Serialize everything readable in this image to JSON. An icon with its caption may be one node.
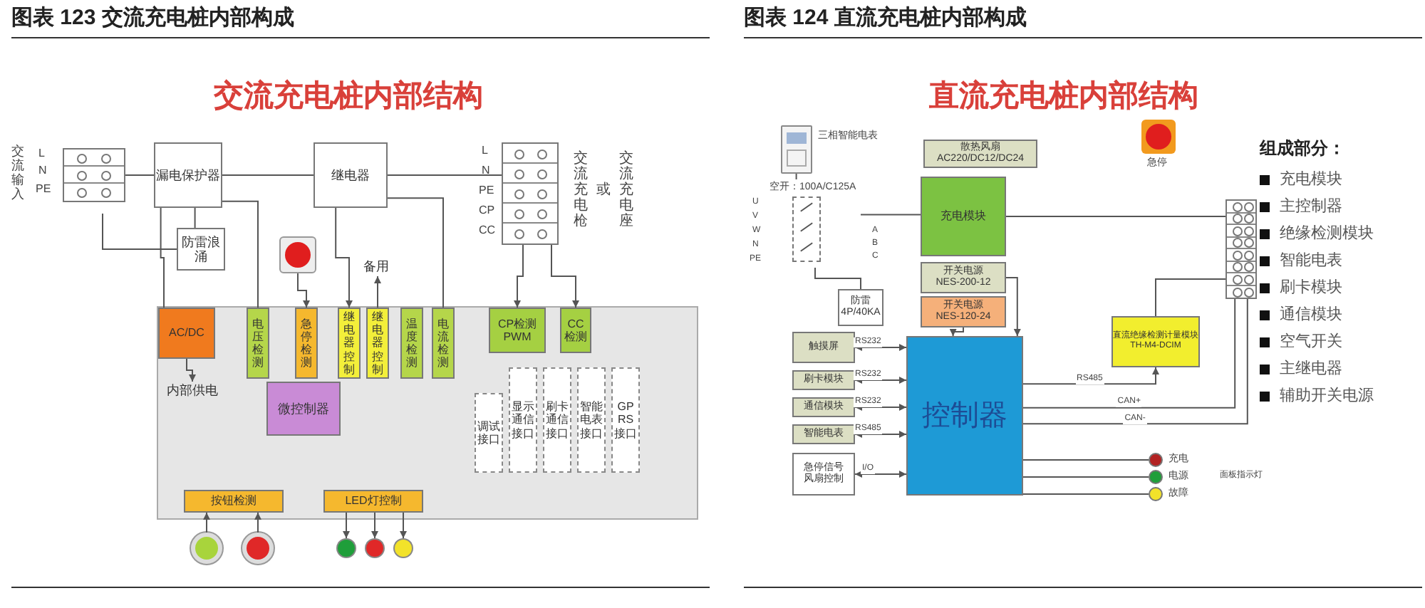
{
  "diagram": {
    "nodes": [
      {
        "text": [
          "交流输入"
        ]
      },
      {
        "text": [
          "漏电保护器"
        ]
      },
      {
        "text": [
          "防雷浪涌"
        ]
      },
      {
        "text": [
          "继电器"
        ]
      },
      {
        "text": [
          "交流充电枪",
          "或",
          "交流充电座"
        ]
      },
      {
        "text": [],
        "shape": "button"
      },
      {
        "text": [
          "备用"
        ]
      },
      {
        "text": [],
        "shape": "box"
      },
      {
        "text": [
          "AC/DC"
        ],
        "in": 7
      },
      {
        "text": [
          "电压检测"
        ],
        "in": 7
      },
      {
        "text": [
          "急停检测"
        ],
        "in": 7
      },
      {
        "text": [
          "继电器控制"
        ],
        "in": 7
      },
      {
        "text": [
          "继电器控制"
        ],
        "in": 7
      },
      {
        "text": [
          "温度检测"
        ],
        "in": 7
      },
      {
        "text": [
          "电流检测"
        ],
        "in": 7
      },
      {
        "text": [
          "CP检测 PWM"
        ],
        "in": 7
      },
      {
        "text": [
          "CC检测"
        ],
        "in": 7
      },
      {
        "text": [
          "调试接口"
        ],
        "in": 7
      },
      {
        "text": [
          "显示通信接口"
        ],
        "in": 7
      },
      {
        "text": [
          "刷卡通信接口"
        ],
        "in": 7
      },
      {
        "text": [
          "智能电表接口"
        ],
        "in": 7
      },
      {
        "text": [
          "GPRS接口"
        ],
        "in": 7
      },
      {
        "text": [
          "微控制器"
        ],
        "in": 7
      },
      {
        "text": [
          "按钮检测"
        ],
        "in": 7
      },
      {
        "text": [
          "LED灯控制"
        ],
        "in": 7
      },
      {
        "text": [
          "内部供电"
        ],
        "in": 7
      },
      {
        "text": [],
        "shape": "circle"
      },
      {
        "text": [],
        "shape": "circle"
      },
      {
        "text": [],
        "shape": "circle"
      },
      {
        "text": [],
        "shape": "circle"
      },
      {
        "text": [],
        "shape": "circle"
      },
      {
        "text": [],
        "shape": "picture",
        "beside": [
          "三相智能电表"
        ]
      },
      {
        "text": [],
        "shape": "box",
        "beside": [
          "空开：100A/C125A"
        ]
      },
      {
        "text": [
          "散热风扇",
          "AC220/DC12/DC24"
        ]
      },
      {
        "text": [
          "充电模块"
        ]
      },
      {
        "text": [
          "开关电源",
          "NES-200-12"
        ]
      },
      {
        "text": [
          "开关电源",
          "NES-120-24"
        ]
      },
      {
        "text": [
          "防雷",
          "4P/40KA"
        ]
      },
      {
        "text": [
          "触摸屏"
        ]
      },
      {
        "text": [
          "刷卡模块"
        ]
      },
      {
        "text": [
          "通信模块"
        ]
      },
      {
        "text": [
          "智能电表"
        ]
      },
      {
        "text": [
          "急停信号",
          "风扇控制"
        ]
      },
      {
        "text": [
          "控制器"
        ]
      },
      {
        "text": [
          "直流绝缘检测计量模块",
          "TH-M4-DCIM"
        ]
      },
      {
        "text": [],
        "shape": "box"
      },
      {
        "text": [],
        "shape": "button",
        "beside": [
          "急停"
        ]
      },
      {
        "text": [],
        "shape": "circle",
        "beside": [
          "充电"
        ]
      },
      {
        "text": [],
        "shape": "circle",
        "beside": [
          "电源"
        ]
      },
      {
        "text": [],
        "shape": "circle",
        "beside": [
          "故障"
        ]
      }
    ],
    "edges": [
      {
        "from": 0,
        "to": 1,
        "arrow": "none"
      },
      {
        "from": 1,
        "to": 3,
        "arrow": "none"
      },
      {
        "from": 3,
        "to": 4,
        "arrow": "none"
      },
      {
        "from": 1,
        "to": 2,
        "arrow": "none"
      },
      {
        "from": 0,
        "to": 2,
        "arrow": "none"
      },
      {
        "from": 1,
        "to": 8,
        "arrow": "none"
      },
      {
        "from": 1,
        "to": 9,
        "arrow": "none"
      },
      {
        "from": 5,
        "to": 10,
        "arrow": "to"
      },
      {
        "from": 3,
        "to": 11,
        "arrow": "to"
      },
      {
        "from": 12,
        "to": 6,
        "arrow": "to"
      },
      {
        "from": 3,
        "to": 14,
        "arrow": "none"
      },
      {
        "from": 4,
        "to": 15,
        "arrow": "to"
      },
      {
        "from": 4,
        "to": 16,
        "arrow": "to"
      },
      {
        "from": 8,
        "to": 25,
        "arrow": "to"
      },
      {
        "from": 26,
        "to": 23,
        "arrow": "to"
      },
      {
        "from": 27,
        "to": 23,
        "arrow": "to"
      },
      {
        "from": 24,
        "to": 28,
        "arrow": "to"
      },
      {
        "from": 24,
        "to": 29,
        "arrow": "to"
      },
      {
        "from": 24,
        "to": 30,
        "arrow": "to"
      },
      {
        "from": 31,
        "to": 32,
        "arrow": "none"
      },
      {
        "from": 32,
        "to": 34,
        "arrow": "none"
      },
      {
        "from": 32,
        "to": 37,
        "arrow": "none"
      },
      {
        "from": 34,
        "to": 45,
        "arrow": "none"
      },
      {
        "from": 35,
        "to": 43,
        "arrow": "to"
      },
      {
        "from": 36,
        "to": 43,
        "arrow": "to"
      },
      {
        "from": 38,
        "to": 43,
        "arrow": "both",
        "label": "RS232"
      },
      {
        "from": 39,
        "to": 43,
        "arrow": "both",
        "label": "RS232"
      },
      {
        "from": 40,
        "to": 43,
        "arrow": "both",
        "label": "RS232"
      },
      {
        "from": 41,
        "to": 43,
        "arrow": "both",
        "label": "RS485"
      },
      {
        "from": 42,
        "to": 43,
        "arrow": "both",
        "label": "I/O"
      },
      {
        "from": 43,
        "to": 44,
        "arrow": "to",
        "label": "RS485"
      },
      {
        "from": 43,
        "to": 45,
        "arrow": "none",
        "label": "CAN+"
      },
      {
        "from": 43,
        "to": 45,
        "arrow": "none",
        "label": "CAN-"
      },
      {
        "from": 43,
        "to": 47,
        "arrow": "none"
      },
      {
        "from": 43,
        "to": 48,
        "arrow": "none"
      },
      {
        "from": 43,
        "to": 49,
        "arrow": "none"
      },
      {
        "from": 44,
        "to": 45,
        "arrow": "none"
      }
    ],
    "labels": [
      "图表 123 交流充电桩内部构成",
      "交流充电桩内部结构",
      "L",
      "N",
      "PE",
      "L",
      "N",
      "PE",
      "CP",
      "CC",
      "图表 124 直流充电桩内部构成",
      "直流充电桩内部结构",
      "U",
      "V",
      "W",
      "N",
      "PE",
      "A",
      "B",
      "C",
      "面板指示灯",
      "组成部分：",
      "充电模块",
      "主控制器",
      "绝缘检测模块",
      "智能电表",
      "刷卡模块",
      "通信模块",
      "空气开关",
      "主继电器",
      "辅助开关电源"
    ]
  }
}
